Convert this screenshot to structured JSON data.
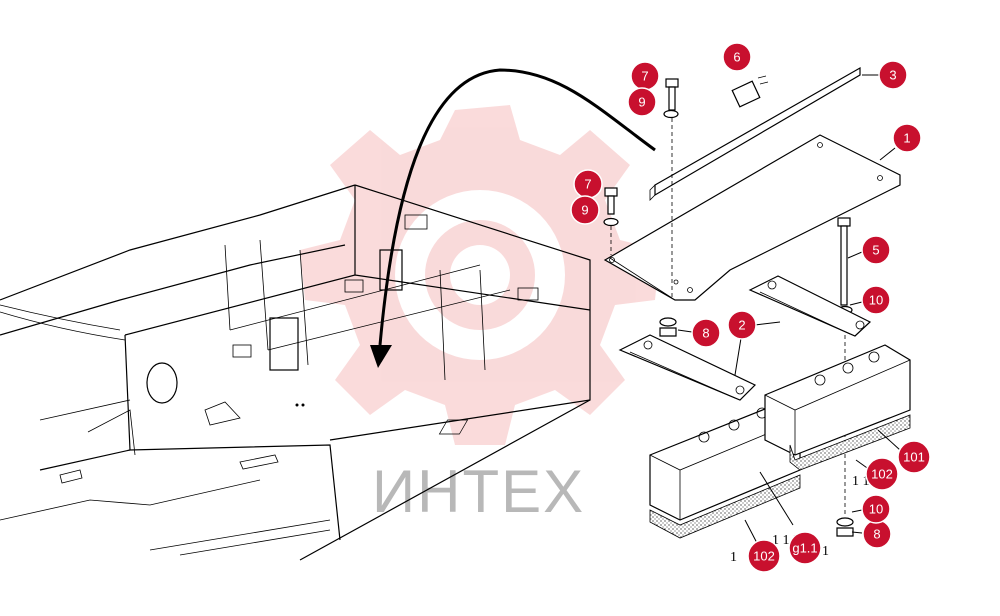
{
  "watermark": {
    "text": "ИНТЕХ",
    "color": "#e85a5a",
    "text_color": "#b8b8b8"
  },
  "callout_color": "#c8102e",
  "callouts": [
    {
      "id": "c1",
      "label": "1"
    },
    {
      "id": "c2",
      "label": "2"
    },
    {
      "id": "c3",
      "label": "3"
    },
    {
      "id": "c5",
      "label": "5"
    },
    {
      "id": "c6",
      "label": "6"
    },
    {
      "id": "c7a",
      "label": "7"
    },
    {
      "id": "c7b",
      "label": "7"
    },
    {
      "id": "c8a",
      "label": "8"
    },
    {
      "id": "c8b",
      "label": "8"
    },
    {
      "id": "c9a",
      "label": "9"
    },
    {
      "id": "c9b",
      "label": "9"
    },
    {
      "id": "c10a",
      "label": "10"
    },
    {
      "id": "c10b",
      "label": "10"
    },
    {
      "id": "c101",
      "label": "101"
    },
    {
      "id": "c102a",
      "label": "102"
    },
    {
      "id": "c102b",
      "label": "102"
    },
    {
      "id": "cg",
      "label": "g1.1"
    }
  ],
  "stray_labels": {
    "right_block": "1 1 2 2",
    "bottom_left": "1",
    "bottom_mid": "1 1 2",
    "bottom_right": "1"
  }
}
